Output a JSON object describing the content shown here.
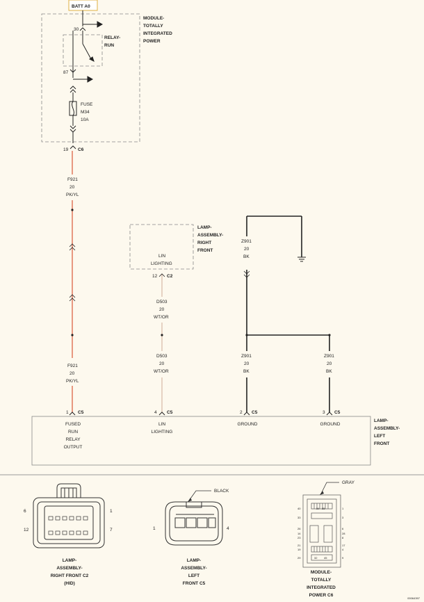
{
  "colors": {
    "background": "#fdf9ee",
    "wire_pk_yl": "#e89880",
    "wire_wt_or": "#e6d2c2",
    "wire_bk": "#222222",
    "box_outline": "#888888"
  },
  "battery": {
    "label": "BATT A0"
  },
  "module_tip": {
    "title": [
      "MODULE-",
      "TOTALLY",
      "INTEGRATED",
      "POWER"
    ],
    "pin_30": "30",
    "pin_87": "87",
    "relay_label": [
      "RELAY-",
      "RUN"
    ],
    "fuse_label": [
      "FUSE",
      "M34",
      "10A"
    ],
    "pin_19": "19",
    "conn_c6": "C6"
  },
  "wires": {
    "f921_upper": {
      "circuit": "F921",
      "gauge": "20",
      "color": "PK/YL"
    },
    "f921_lower": {
      "circuit": "F921",
      "gauge": "20",
      "color": "PK/YL"
    },
    "d503_upper": {
      "circuit": "D503",
      "gauge": "20",
      "color": "WT/OR"
    },
    "d503_lower": {
      "circuit": "D503",
      "gauge": "20",
      "color": "WT/OR"
    },
    "z901_upper": {
      "circuit": "Z901",
      "gauge": "20",
      "color": "BK"
    },
    "z901_mid": {
      "circuit": "Z901",
      "gauge": "20",
      "color": "BK"
    },
    "z901_right": {
      "circuit": "Z901",
      "gauge": "20",
      "color": "BK"
    }
  },
  "lamp_right": {
    "title": [
      "LAMP-",
      "ASSEMBLY-",
      "RIGHT",
      "FRONT"
    ],
    "inner_label": [
      "LIN",
      "LIGHTING"
    ],
    "pin": "12",
    "conn": "C2"
  },
  "lamp_left": {
    "title": [
      "LAMP-",
      "ASSEMBLY-",
      "LEFT",
      "FRONT"
    ],
    "pins": [
      {
        "num": "1",
        "conn": "C5",
        "label": [
          "FUSED",
          "RUN",
          "RELAY",
          "OUTPUT"
        ]
      },
      {
        "num": "4",
        "conn": "C5",
        "label": [
          "LIN",
          "LIGHTING"
        ]
      },
      {
        "num": "2",
        "conn": "C5",
        "label": [
          "GROUND"
        ]
      },
      {
        "num": "3",
        "conn": "C5",
        "label": [
          "GROUND"
        ]
      }
    ]
  },
  "connectors": {
    "c2": {
      "caption": [
        "LAMP-",
        "ASSEMBLY-",
        "RIGHT FRONT C2",
        "(HID)"
      ],
      "pin_labels": {
        "tl": "6",
        "tr": "1",
        "bl": "12",
        "br": "7"
      }
    },
    "c5": {
      "caption": [
        "LAMP-",
        "ASSEMBLY-",
        "LEFT",
        "FRONT C5"
      ],
      "color_label": "BLACK",
      "pin_labels": {
        "left": "1",
        "right": "4"
      }
    },
    "c6": {
      "caption": [
        "MODULE-",
        "TOTALLY",
        "INTEGRATED",
        "POWER C6"
      ],
      "color_label": "GRAY",
      "left_pins": [
        "40",
        "33",
        "26",
        "14",
        "23",
        "21",
        "19",
        "29"
      ],
      "inner_pins": [
        "34",
        "35",
        "32",
        "45"
      ],
      "right_pins": [
        "1",
        "3",
        "6",
        "28",
        "8",
        "17",
        "4",
        "9"
      ]
    }
  },
  "diagram_id": "00064397"
}
